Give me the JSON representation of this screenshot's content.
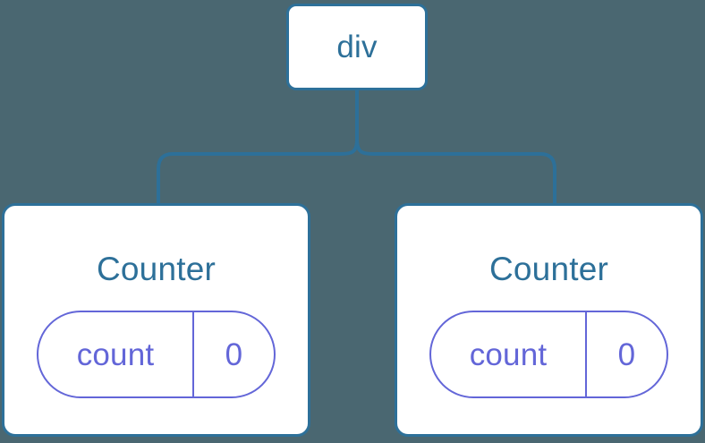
{
  "diagram": {
    "type": "component-tree",
    "background_color": "#4a6771",
    "node_border_color": "#2d7099",
    "node_fill_color": "#ffffff",
    "node_label_color": "#2d7099",
    "state_pill_color": "#6366d8",
    "connector_color": "#2d7099",
    "root": {
      "label": "div"
    },
    "children": [
      {
        "label": "Counter",
        "state": {
          "key": "count",
          "value": "0"
        }
      },
      {
        "label": "Counter",
        "state": {
          "key": "count",
          "value": "0"
        }
      }
    ]
  }
}
